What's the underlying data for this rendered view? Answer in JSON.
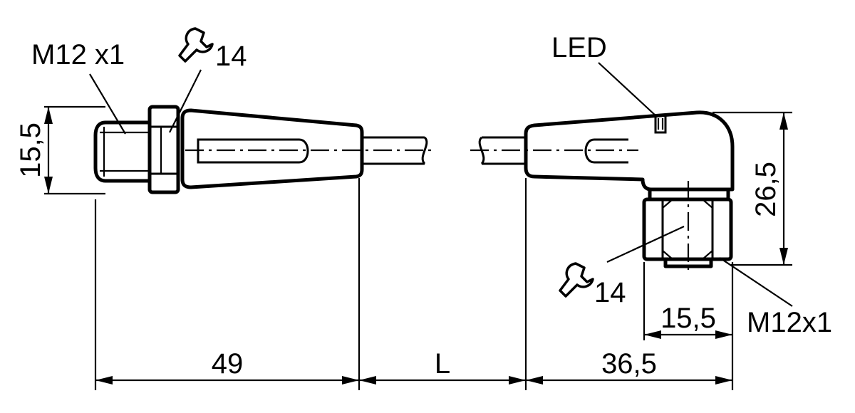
{
  "labels": {
    "thread_left": "M12 x1",
    "wrench_left": "14",
    "led": "LED",
    "dim_left_height": "15,5",
    "dim_right_height": "26,5",
    "wrench_right": "14",
    "thread_right": "M12x1",
    "dim_nut_width": "15,5",
    "dim_left_length": "49",
    "dim_cable_length": "L",
    "dim_right_length": "36,5"
  },
  "icons": [
    "wrench-icon",
    "wrench-icon"
  ],
  "colors": {
    "line": "#000000",
    "background": "#ffffff"
  }
}
